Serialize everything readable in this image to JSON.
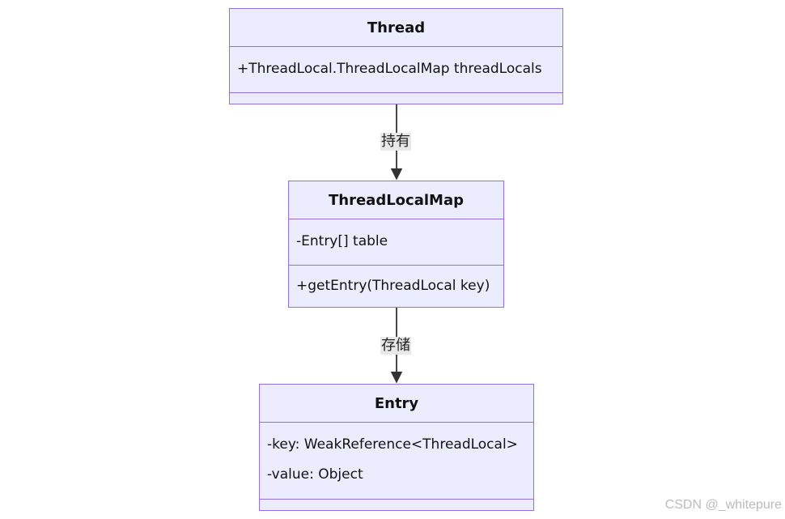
{
  "classes": {
    "thread": {
      "name": "Thread",
      "attributes": [
        "+ThreadLocal.ThreadLocalMap threadLocals"
      ],
      "methods": []
    },
    "map": {
      "name": "ThreadLocalMap",
      "attributes": [
        "-Entry[] table"
      ],
      "methods": [
        "+getEntry(ThreadLocal key)"
      ]
    },
    "entry": {
      "name": "Entry",
      "attributes": [
        "-key: WeakReference<ThreadLocal>",
        "-value: Object"
      ],
      "methods": []
    }
  },
  "relations": [
    {
      "from": "Thread",
      "to": "ThreadLocalMap",
      "label": "持有"
    },
    {
      "from": "ThreadLocalMap",
      "to": "Entry",
      "label": "存储"
    }
  ],
  "watermark": "CSDN @_whitepure",
  "colors": {
    "box_fill": "#ECECFF",
    "box_border": "#9370DB",
    "edge": "#333333",
    "label_bg": "#E8E8E8"
  }
}
